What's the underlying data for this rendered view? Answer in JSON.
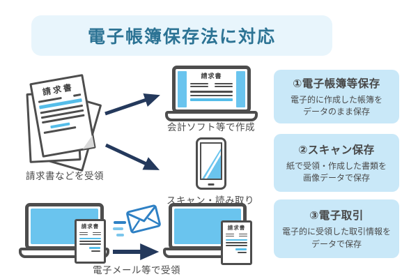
{
  "title": "電子帳簿保存法に対応",
  "invoice_label": "請求書",
  "flow": {
    "receive_paper": {
      "caption": "請求書などを受領"
    },
    "create_software": {
      "caption": "会計ソフト等で作成"
    },
    "scan": {
      "caption": "スキャン・読み取り"
    },
    "receive_email": {
      "caption": "電子メール等で受領"
    }
  },
  "boxes": [
    {
      "heading": "①電子帳簿等保存",
      "desc1": "電子的に作成した帳簿を",
      "desc2": "データのまま保存"
    },
    {
      "heading": "②スキャン保存",
      "desc1": "紙で受領・作成した書類を",
      "desc2": "画像データで保存"
    },
    {
      "heading": "③電子取引",
      "desc1": "電子的に受領した取引情報を",
      "desc2": "データで保存"
    }
  ],
  "icons": [
    "invoice-stack-icon",
    "laptop-icon",
    "smartphone-icon",
    "envelope-icon",
    "arrow-icon"
  ],
  "colors": {
    "title_text": "#2c7394",
    "banner_bg": "#e8f5fc",
    "box_bg": "#c9e8f8",
    "arrow_navy": "#24395c",
    "icon_gray": "#4d4d4d",
    "screen_blue": "#6ac4ee",
    "accent_cyan": "#55bde9",
    "mail_blue": "#2e80c4",
    "mail_light": "#7cc6ec",
    "caption_text": "#4a4a4a"
  }
}
